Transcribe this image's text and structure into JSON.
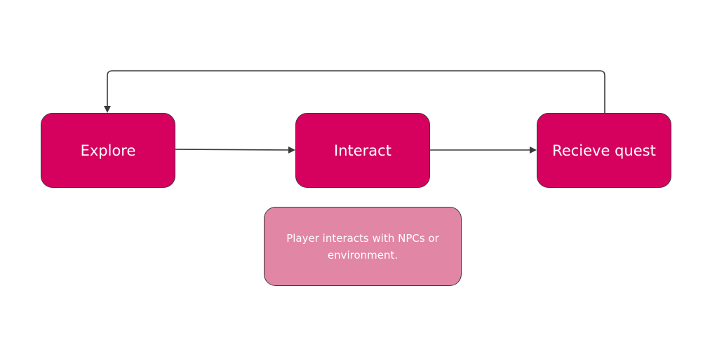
{
  "nodes": {
    "explore": "Explore",
    "interact": "Interact",
    "receive_quest": "Recieve quest"
  },
  "note": {
    "text": "Player interacts with NPCs or environment."
  },
  "colors": {
    "node_fill": "#d6005f",
    "note_fill": "#e286a5",
    "stroke": "#3a3a3a",
    "text": "#ffffff"
  }
}
